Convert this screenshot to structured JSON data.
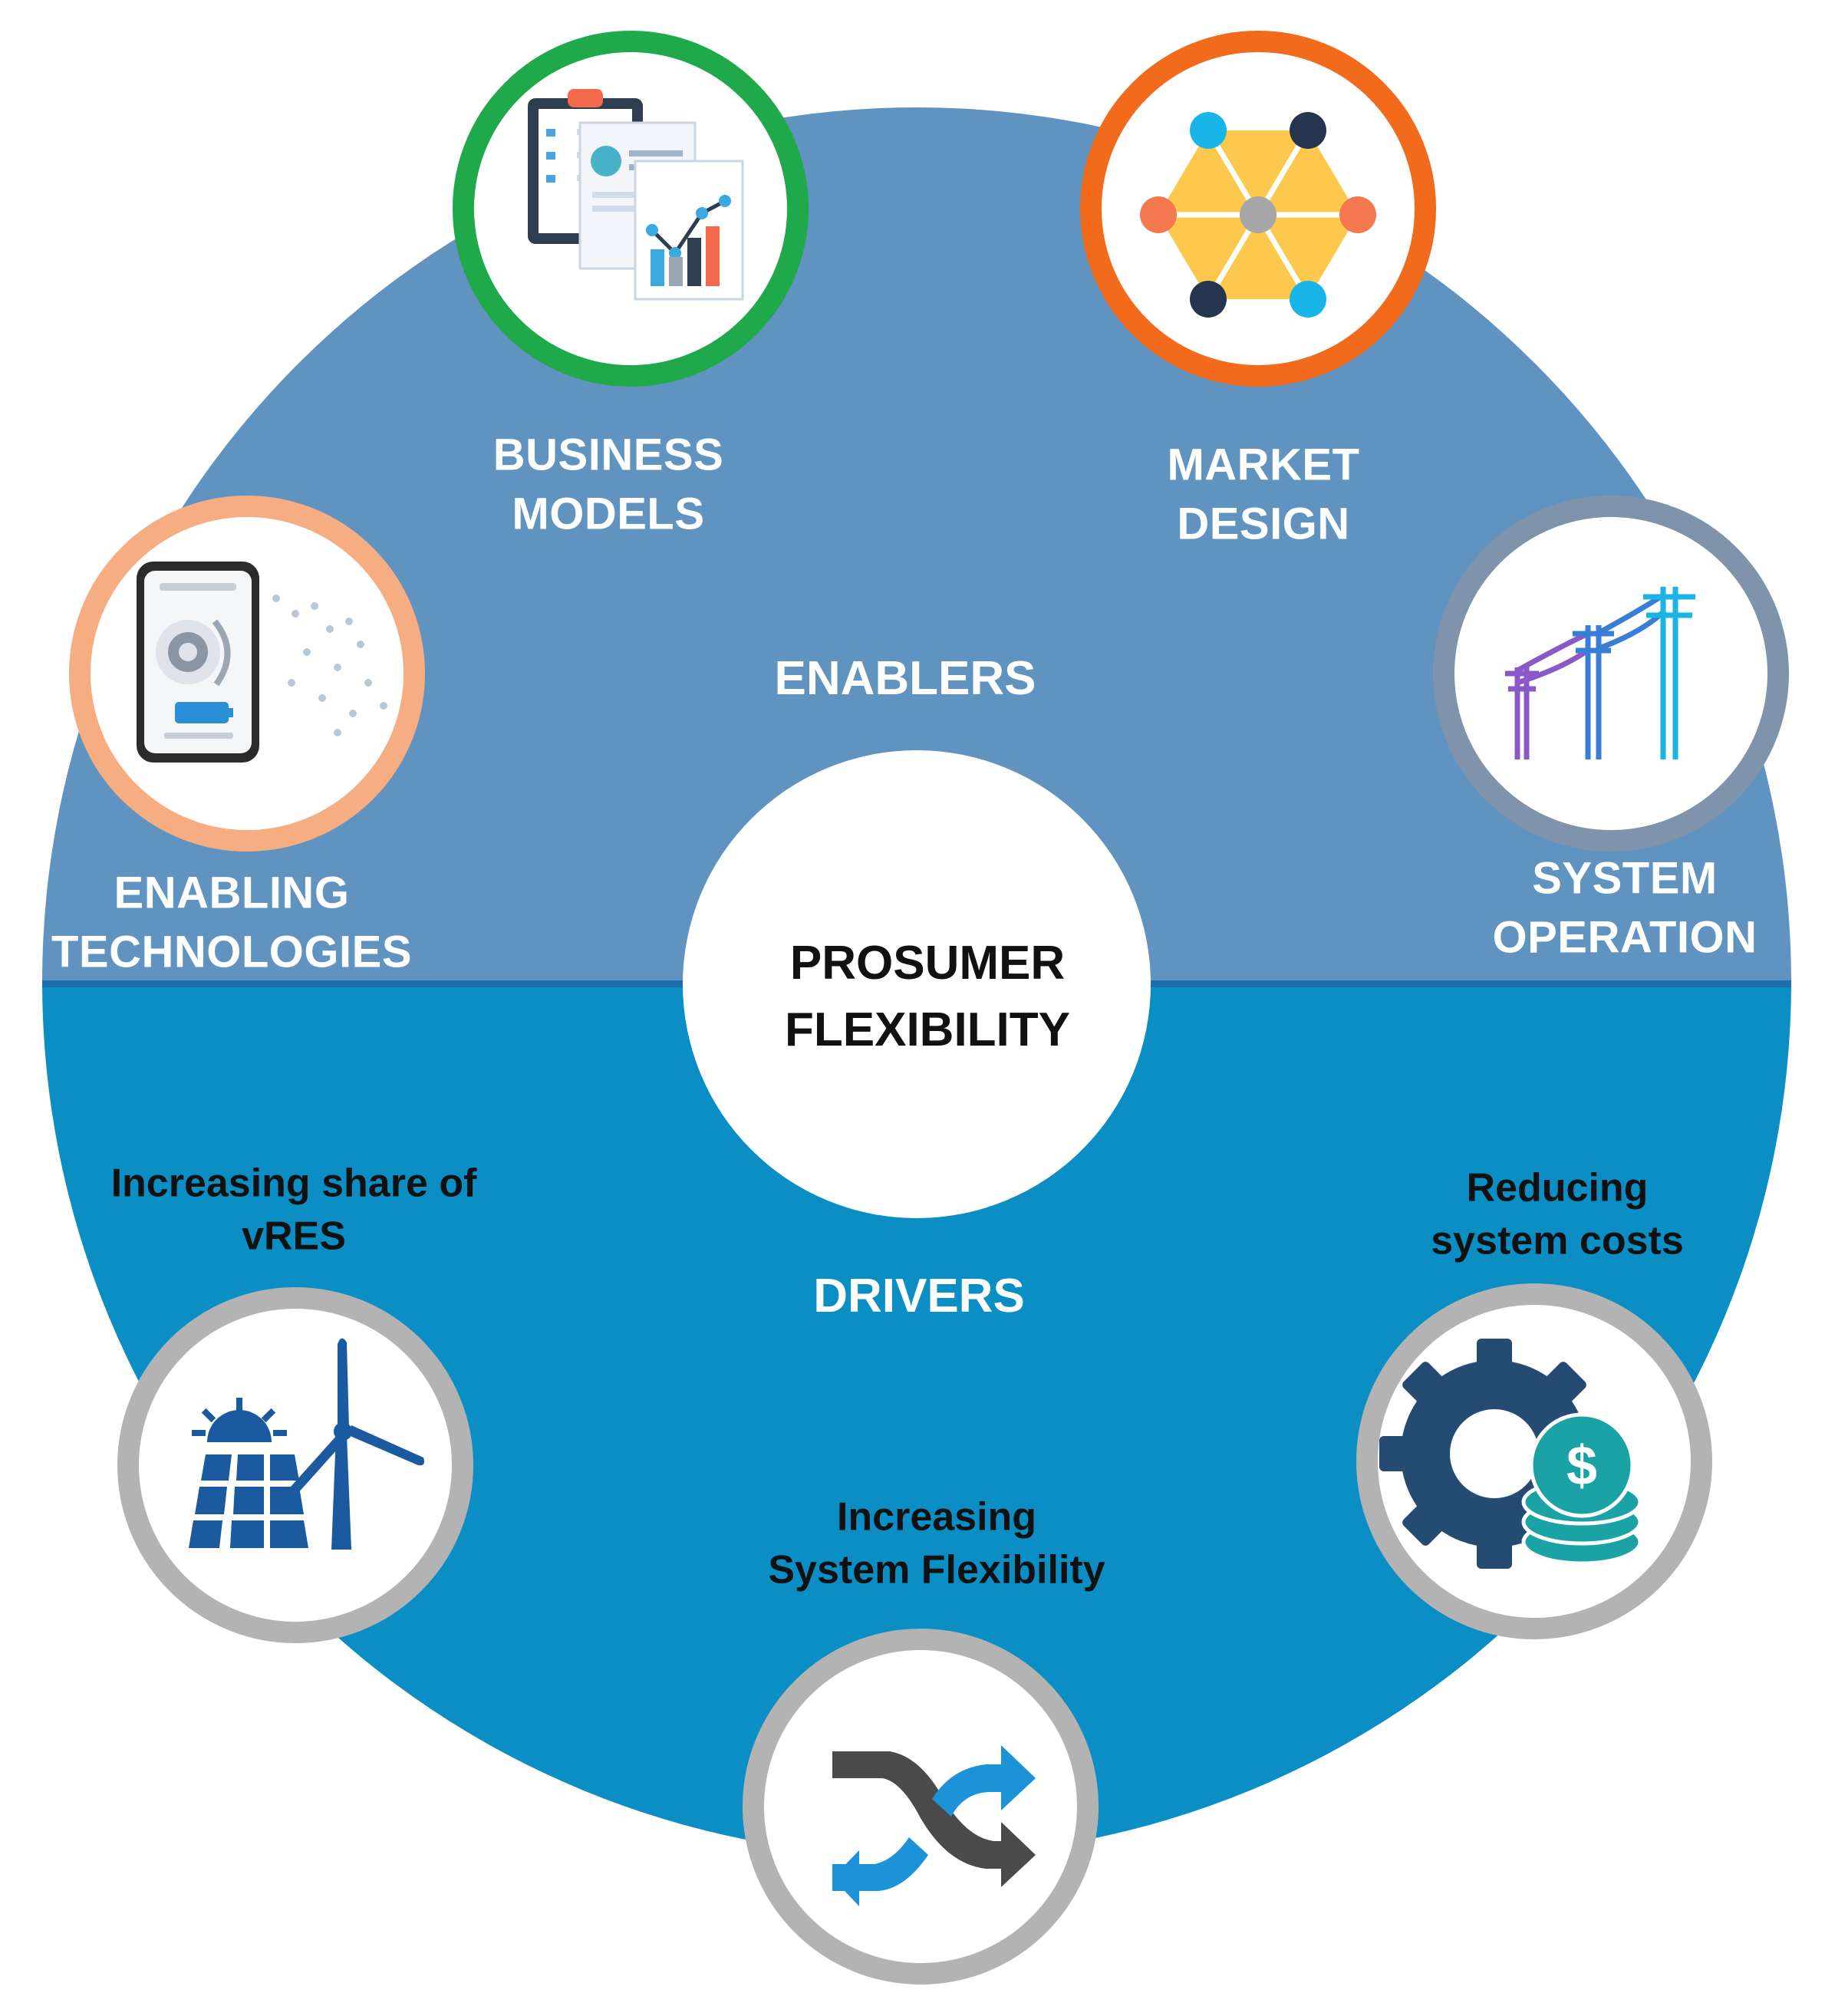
{
  "center": {
    "line1": "PROSUMER",
    "line2": "FLEXIBILITY"
  },
  "sections": {
    "enablers": "ENABLERS",
    "drivers": "DRIVERS"
  },
  "enablers": {
    "business_models": "BUSINESS\nMODELS",
    "market_design": "MARKET\nDESIGN",
    "enabling_technologies": "ENABLING\nTECHNOLOGIES",
    "system_operation": "SYSTEM\nOPERATION"
  },
  "drivers": {
    "vres": "Increasing share of\nvRES",
    "system_costs": "Reducing\nsystem costs",
    "system_flexibility": "Increasing\nSystem Flexibility"
  },
  "colors": {
    "enablers_fill": "#6193c1",
    "drivers_fill": "#0a8ec4",
    "divider": "#1f6fae",
    "ring_business_models": "#1fa94a",
    "ring_market_design": "#f26a1b",
    "ring_enabling_technologies": "#f6ad82",
    "ring_system_operation": "#7f93ab",
    "ring_drivers": "#b3b3b3"
  },
  "icons": {
    "business_models": "report-chart-icon",
    "market_design": "hexagon-network-icon",
    "enabling_technologies": "smartphone-charging-icon",
    "system_operation": "power-poles-icon",
    "vres": "solar-wind-icon",
    "system_costs": "gear-coins-icon",
    "system_flexibility": "shuffle-arrows-icon"
  }
}
